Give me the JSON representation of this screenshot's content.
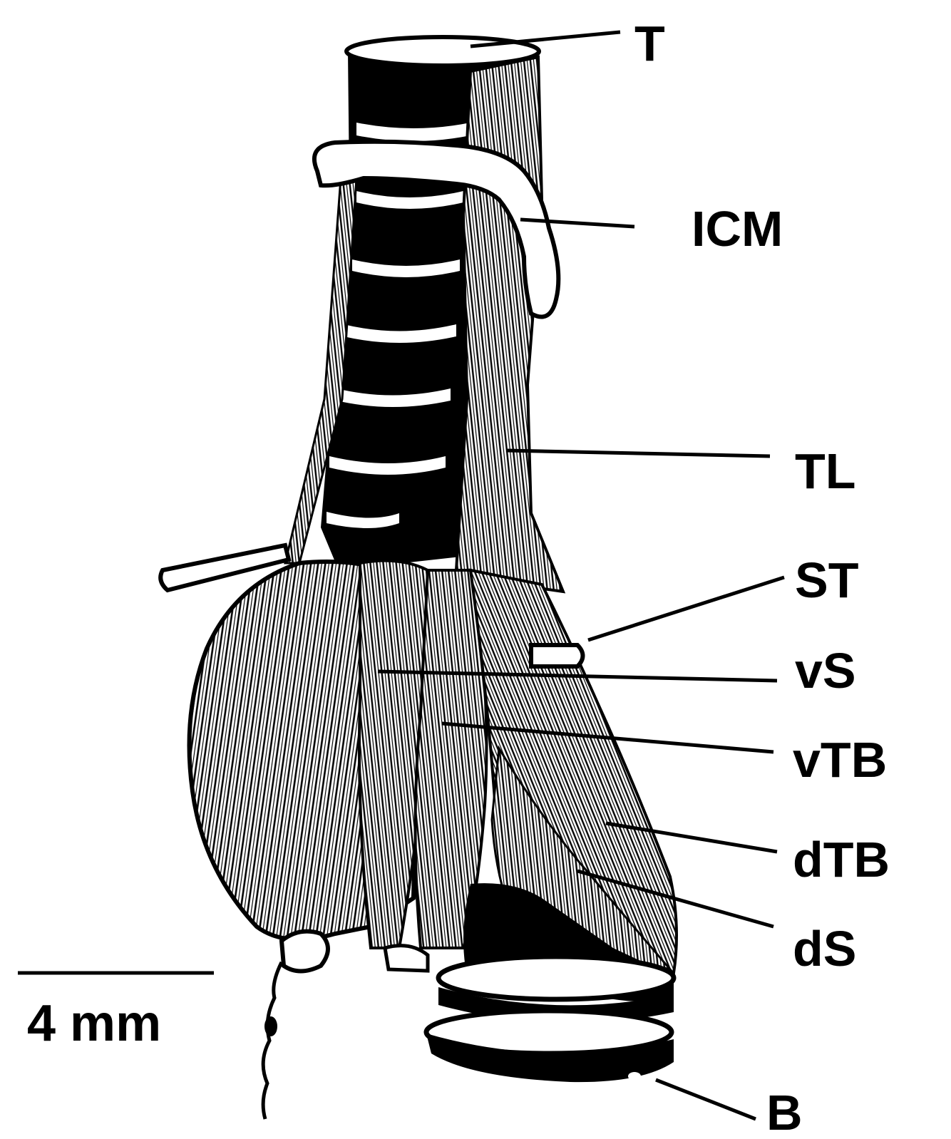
{
  "labels": {
    "T": "T",
    "ICM": "ICM",
    "TL": "TL",
    "ST": "ST",
    "vS": "vS",
    "vTB": "vTB",
    "dTB": "dTB",
    "dS": "dS",
    "B": "B"
  },
  "scale_bar": {
    "label": "4 mm"
  },
  "colors": {
    "ink": "#000000",
    "paper": "#ffffff"
  }
}
